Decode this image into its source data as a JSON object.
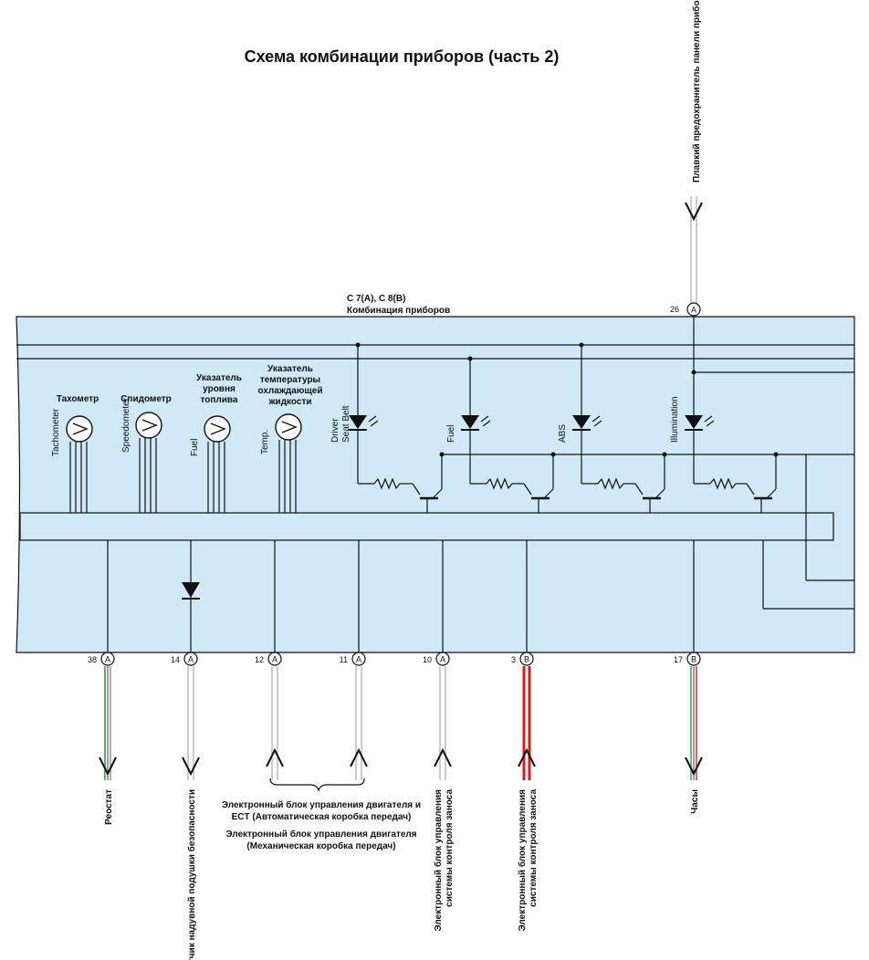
{
  "title": "Схема комбинации приборов (часть 2)",
  "fuse_label": "Плавкий предохранитель панели приборов",
  "connector": {
    "ids": "C 7(A), C 8(B)",
    "name": "Комбинация приборов"
  },
  "top_pin": {
    "num": "26",
    "letter": "A"
  },
  "gauges": [
    {
      "en": "Tachometer",
      "ru": [
        "Тахометр"
      ]
    },
    {
      "en": "Speedometer",
      "ru": [
        "Спидометр"
      ]
    },
    {
      "en": "Fuel",
      "ru": [
        "Указатель",
        "уровня",
        "топлива"
      ]
    },
    {
      "en": "Temp.",
      "ru": [
        "Указатель",
        "температуры",
        "охлаждающей",
        "жидкости"
      ]
    }
  ],
  "leds": [
    {
      "label": [
        "Driver",
        "Seat Belt"
      ]
    },
    {
      "label": [
        "Fuel"
      ]
    },
    {
      "label": [
        "ABS"
      ]
    },
    {
      "label": [
        "Illumination"
      ]
    }
  ],
  "bottom_pins": [
    {
      "num": "38",
      "letter": "A",
      "dir": "out",
      "label": [
        "Реостат"
      ]
    },
    {
      "num": "14",
      "letter": "A",
      "dir": "out",
      "label": [
        "Датчик надувной подушки безопасности"
      ]
    },
    {
      "num": "12",
      "letter": "A",
      "dir": "in",
      "label": []
    },
    {
      "num": "11",
      "letter": "A",
      "dir": "in",
      "label": []
    },
    {
      "num": "10",
      "letter": "A",
      "dir": "in",
      "label": [
        "Электронный блок управления",
        "системы контроля заноса"
      ]
    },
    {
      "num": "3",
      "letter": "B",
      "dir": "in",
      "label": [
        "Электронный блок управления",
        "системы контроля заноса"
      ]
    },
    {
      "num": "17",
      "letter": "B",
      "dir": "out",
      "label": [
        "Часы"
      ]
    }
  ],
  "ecu_notes": [
    "Электронный блок управления двигателя и",
    "ECT (Автоматическая коробка передач)",
    "Электронный блок управления двигателя",
    "(Механическая коробка передач)"
  ],
  "colors": {
    "panel_fill": "#cfe9f6",
    "wire_green": "#2f9e4f",
    "wire_red": "#d81c1c",
    "wire_gray": "#9a9a9a"
  }
}
